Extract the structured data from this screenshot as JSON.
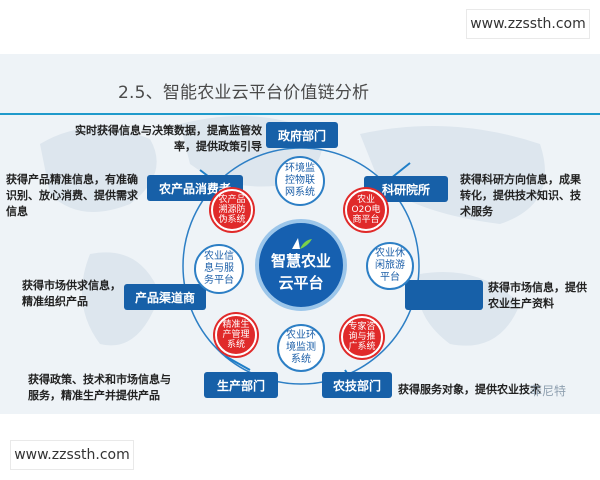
{
  "watermark_top": "www.zzssth.com",
  "watermark_bottom": "www.zzssth.com",
  "title": "2.5、智能农业云平台价值链分析",
  "center": {
    "line1": "智慧农业",
    "line2": "云平台"
  },
  "inner_blue": [
    {
      "text": "环境监\n控物联\n网系统"
    },
    {
      "text": "农业休\n闲旅游\n平台"
    },
    {
      "text": "农业环\n境监测\n系统"
    },
    {
      "text": "农业信\n息与服\n务平台"
    }
  ],
  "inner_red": [
    {
      "text": "农产品\n溯源防\n伪系统"
    },
    {
      "text": "农业\nO2O电\n商平台"
    },
    {
      "text": "专家咨\n询与推\n广系统"
    },
    {
      "text": "精准生\n产管理\n系统"
    }
  ],
  "tags": {
    "gov": "政府部门",
    "research": "科研院所",
    "consumer": "农产品消费者",
    "channel": "产品渠道商",
    "production": "生产部门",
    "agritech": "农技部门",
    "blank": ""
  },
  "notes": {
    "gov": "实时获得信息与决策数据，提高监管效\n率，提供政策引导",
    "consumer": "获得产品精准信息，有准确\n识别、放心消费、提供需求\n信息",
    "research": "获得科研方向信息，成果\n转化，提供技术知识、技\n术服务",
    "channel": "获得市场供求信息，\n精准组织产品",
    "right_mid": "获得市场信息，提供\n农业生产资料",
    "production": "获得政策、技术和市场信息与\n服务，精准生产并提供产品",
    "agritech": "获得服务对象，提供农业技术"
  },
  "overlay_text": "菲尼特",
  "colors": {
    "accent": "#1760a8",
    "red": "#e02a2a",
    "line": "#1f9acb"
  }
}
